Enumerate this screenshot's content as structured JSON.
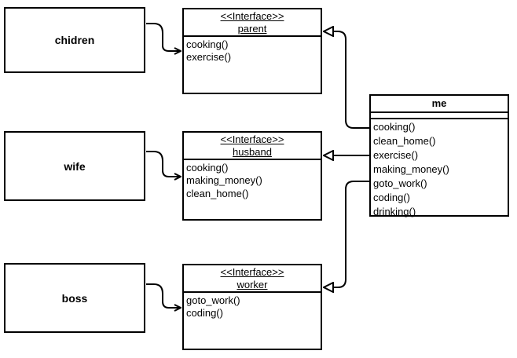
{
  "actors": {
    "chidren": "chidren",
    "wife": "wife",
    "boss": "boss"
  },
  "interfaces": {
    "parent": {
      "stereotype": "<<Interface>>",
      "name": "parent",
      "methods": [
        "cooking()",
        "exercise()"
      ]
    },
    "husband": {
      "stereotype": "<<Interface>>",
      "name": "husband",
      "methods": [
        "cooking()",
        "making_money()",
        "clean_home()"
      ]
    },
    "worker": {
      "stereotype": "<<Interface>>",
      "name": "worker",
      "methods": [
        "goto_work()",
        "coding()"
      ]
    }
  },
  "me": {
    "name": "me",
    "methods": [
      "cooking()",
      "clean_home()",
      "exercise()",
      "making_money()",
      "goto_work()",
      "coding()",
      "drinking()"
    ]
  }
}
